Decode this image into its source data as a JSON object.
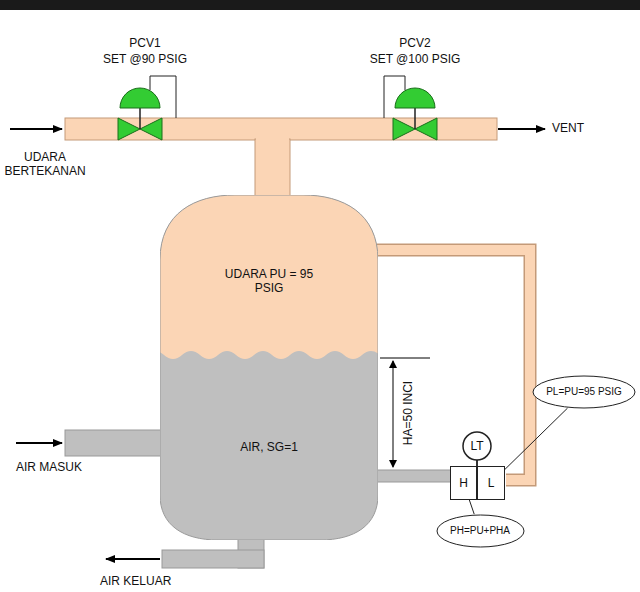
{
  "diagram": {
    "nodes": [
      {
        "text": [
          "UDARA PU = 95 PSIG",
          "AIR, SG=1"
        ]
      },
      {
        "text": [
          "LT"
        ]
      },
      {
        "text": [
          "H"
        ]
      },
      {
        "text": [
          "L"
        ]
      },
      {
        "text": [
          "PL=PU=95 PSIG"
        ]
      },
      {
        "text": [
          "PH=PU+PHA"
        ]
      }
    ],
    "edges": [
      {
        "from": 4,
        "to": 3,
        "arrow": "none"
      },
      {
        "from": 5,
        "to": 2,
        "arrow": "none"
      }
    ],
    "labels": [
      "PCV1",
      "SET @90 PSIG",
      "PCV2",
      "SET @100 PSIG",
      "UDARA BERTEKANAN",
      "VENT",
      "HA=50 INCI",
      "AIR MASUK",
      "AIR KELUAR"
    ]
  }
}
